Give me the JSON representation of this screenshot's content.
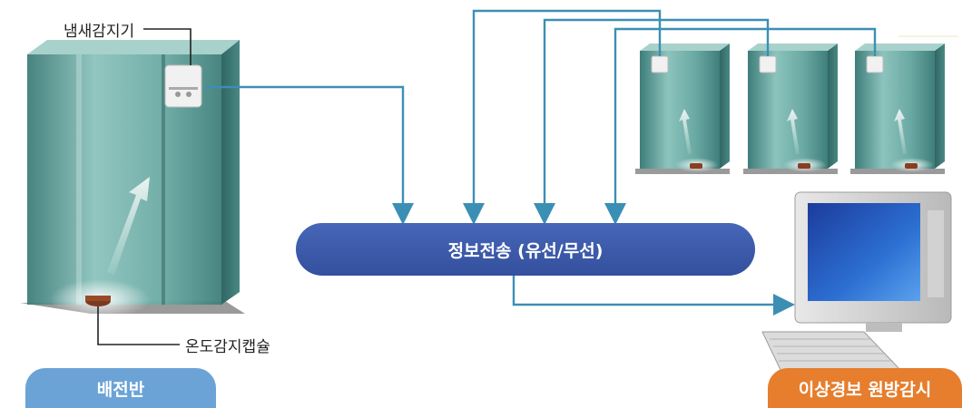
{
  "labels": {
    "smell_sensor": "냄새감지기",
    "temp_capsule": "온도감지캡슐",
    "hub": "정보전송 (유선/무선)",
    "panel": "배전반",
    "monitor": "이상경보 원방감시"
  },
  "colors": {
    "connector": "#3b8fb4",
    "hub": "#3c58a8",
    "panel_pill": "#6aa3d6",
    "monitor_pill": "#e67e2e",
    "cabinet_glass": "#5f9f9a"
  }
}
